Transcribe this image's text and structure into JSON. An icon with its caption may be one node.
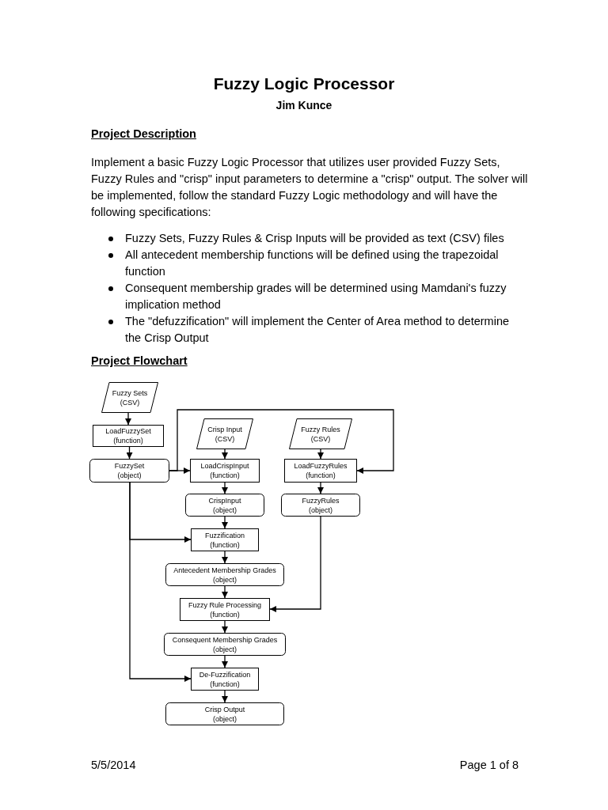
{
  "diagram": {
    "title": "Fuzzy Logic Processor",
    "nodes": [
      {
        "text": [
          "Fuzzy Sets (CSV)"
        ]
      },
      {
        "text": [
          "LoadFuzzySet (function)"
        ]
      },
      {
        "text": [
          "FuzzySet (object)"
        ]
      },
      {
        "text": [
          "Crisp Input (CSV)"
        ]
      },
      {
        "text": [
          "Fuzzy Rules (CSV)"
        ]
      },
      {
        "text": [
          "LoadCrispInput (function)"
        ]
      },
      {
        "text": [
          "LoadFuzzyRules (function)"
        ]
      },
      {
        "text": [
          "CrispInput (object)"
        ]
      },
      {
        "text": [
          "FuzzyRules (object)"
        ]
      },
      {
        "text": [
          "Fuzzification (function)"
        ]
      },
      {
        "text": [
          "Antecedent Membership Grades (object)"
        ]
      },
      {
        "text": [
          "Fuzzy Rule Processing (function)"
        ]
      },
      {
        "text": [
          "Consequent Membership Grades (object)"
        ]
      },
      {
        "text": [
          "De-Fuzzification (function)"
        ]
      },
      {
        "text": [
          "Crisp Output (object)"
        ]
      }
    ],
    "edges": [
      {
        "from": 0,
        "to": 1,
        "arrow": "to"
      },
      {
        "from": 1,
        "to": 2,
        "arrow": "to"
      },
      {
        "from": 2,
        "to": 5,
        "arrow": "to"
      },
      {
        "from": 2,
        "to": 6,
        "arrow": "to"
      },
      {
        "from": 3,
        "to": 5,
        "arrow": "to"
      },
      {
        "from": 4,
        "to": 6,
        "arrow": "to"
      },
      {
        "from": 5,
        "to": 7,
        "arrow": "to"
      },
      {
        "from": 6,
        "to": 8,
        "arrow": "to"
      },
      {
        "from": 7,
        "to": 9,
        "arrow": "to"
      },
      {
        "from": 2,
        "to": 9,
        "arrow": "to"
      },
      {
        "from": 9,
        "to": 10,
        "arrow": "to"
      },
      {
        "from": 10,
        "to": 11,
        "arrow": "to"
      },
      {
        "from": 8,
        "to": 11,
        "arrow": "to"
      },
      {
        "from": 11,
        "to": 12,
        "arrow": "to"
      },
      {
        "from": 12,
        "to": 13,
        "arrow": "to"
      },
      {
        "from": 2,
        "to": 13,
        "arrow": "to"
      },
      {
        "from": 13,
        "to": 14,
        "arrow": "to"
      }
    ],
    "labels": [
      "Jim Kunce",
      "Project Description",
      "Implement a basic Fuzzy Logic Processor that utilizes user provided Fuzzy Sets, Fuzzy Rules and \"crisp\" input parameters to determine a \"crisp\" output. The solver will be implemented, follow the standard Fuzzy Logic methodology and will have the following specifications:",
      "Fuzzy Sets, Fuzzy Rules & Crisp Inputs will be provided as text (CSV) files",
      "All antecedent membership functions will be defined using the trapezoidal function",
      "Consequent membership grades will be determined using Mamdani's fuzzy implication method",
      "The \"defuzzification\" will implement the Center of Area method to determine the Crisp Output",
      "Project Flowchart",
      "5/5/2014",
      "Page 1 of 8"
    ]
  }
}
